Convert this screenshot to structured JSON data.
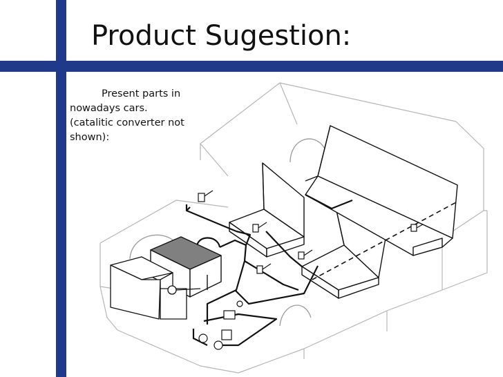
{
  "slide": {
    "title": "Product Sugestion:",
    "caption_lines": [
      "Present parts in",
      "nowadays cars.",
      "(catalitic converter not",
      "shown):"
    ]
  },
  "colors": {
    "accent_bar": "#1f3a8a",
    "battery_fill": "#808080",
    "outline_light": "#b5b5b5",
    "wire": "#111111"
  }
}
